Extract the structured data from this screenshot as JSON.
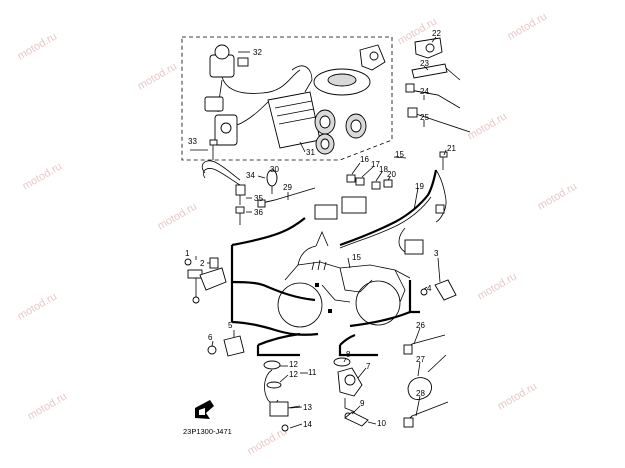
{
  "watermark": "motod.ru",
  "diagram_code": "23P1300-J471",
  "callouts": [
    "1",
    "2",
    "3",
    "4",
    "5",
    "6",
    "7",
    "8",
    "9",
    "10",
    "11",
    "12",
    "12",
    "13",
    "14",
    "15",
    "15",
    "16",
    "17",
    "18",
    "19",
    "20",
    "21",
    "22",
    "23",
    "24",
    "25",
    "26",
    "27",
    "28",
    "29",
    "30",
    "31",
    "32",
    "33",
    "34",
    "35",
    "36"
  ]
}
